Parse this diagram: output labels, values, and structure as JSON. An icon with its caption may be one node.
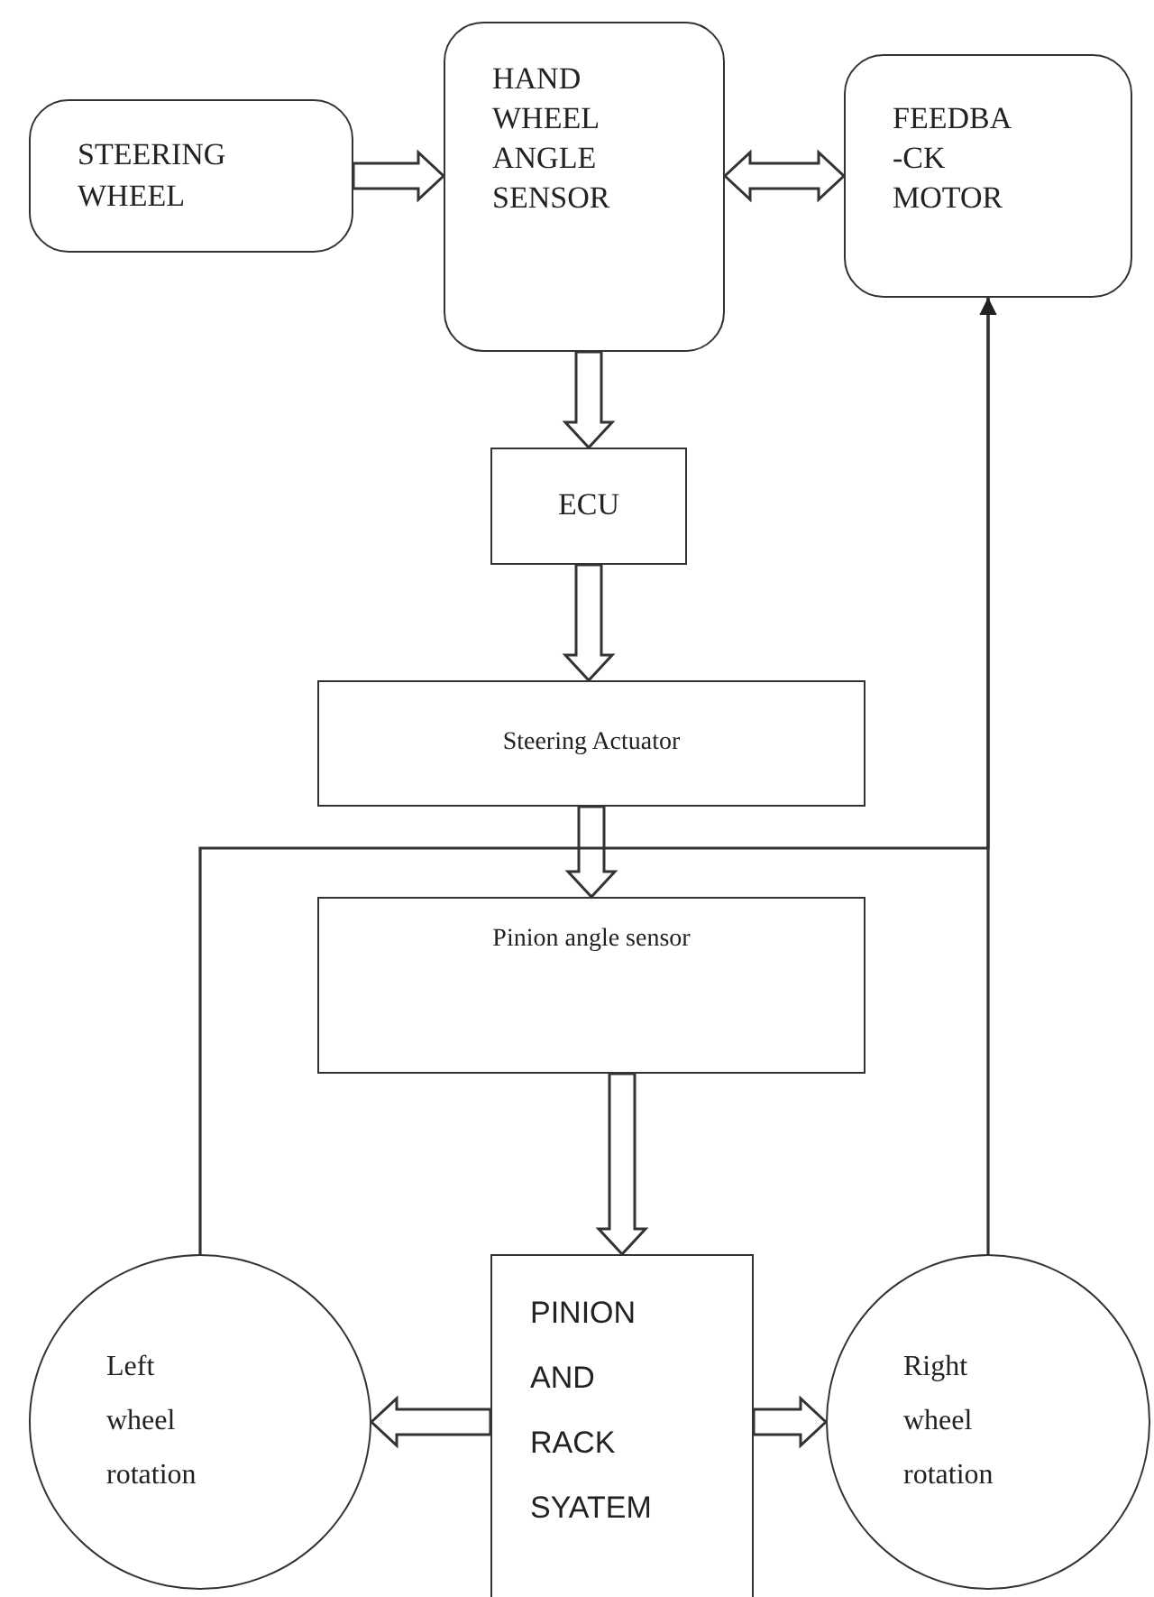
{
  "diagram": {
    "nodes": [
      {
        "text": [
          "STEERING WHEEL"
        ]
      },
      {
        "text": [
          "HAND WHEEL ANGLE SENSOR"
        ]
      },
      {
        "text": [
          "FEEDBA -CK MOTOR"
        ]
      },
      {
        "text": [
          "ECU"
        ]
      },
      {
        "text": [
          "Steering Actuator"
        ]
      },
      {
        "text": [
          "Pinion angle sensor"
        ]
      },
      {
        "text": [
          "PINION AND RACK SYATEM"
        ]
      },
      {
        "text": [
          "Left wheel rotation"
        ]
      },
      {
        "text": [
          "Right wheel rotation"
        ]
      }
    ],
    "edges": [
      {
        "from": 0,
        "to": 1,
        "arrow": "to",
        "style": "thick"
      },
      {
        "from": 1,
        "to": 2,
        "arrow": "both",
        "style": "thick"
      },
      {
        "from": 1,
        "to": 3,
        "arrow": "to",
        "style": "thick"
      },
      {
        "from": 3,
        "to": 4,
        "arrow": "to",
        "style": "thick"
      },
      {
        "from": 4,
        "to": 5,
        "arrow": "to",
        "style": "thick"
      },
      {
        "from": 5,
        "to": 6,
        "arrow": "to",
        "style": "thick"
      },
      {
        "from": 6,
        "to": 7,
        "arrow": "to",
        "style": "thick"
      },
      {
        "from": 6,
        "to": 8,
        "arrow": "to",
        "style": "thick"
      },
      {
        "from": 7,
        "to": 2,
        "arrow": "to"
      },
      {
        "from": 8,
        "to": 2,
        "arrow": "to"
      }
    ]
  }
}
